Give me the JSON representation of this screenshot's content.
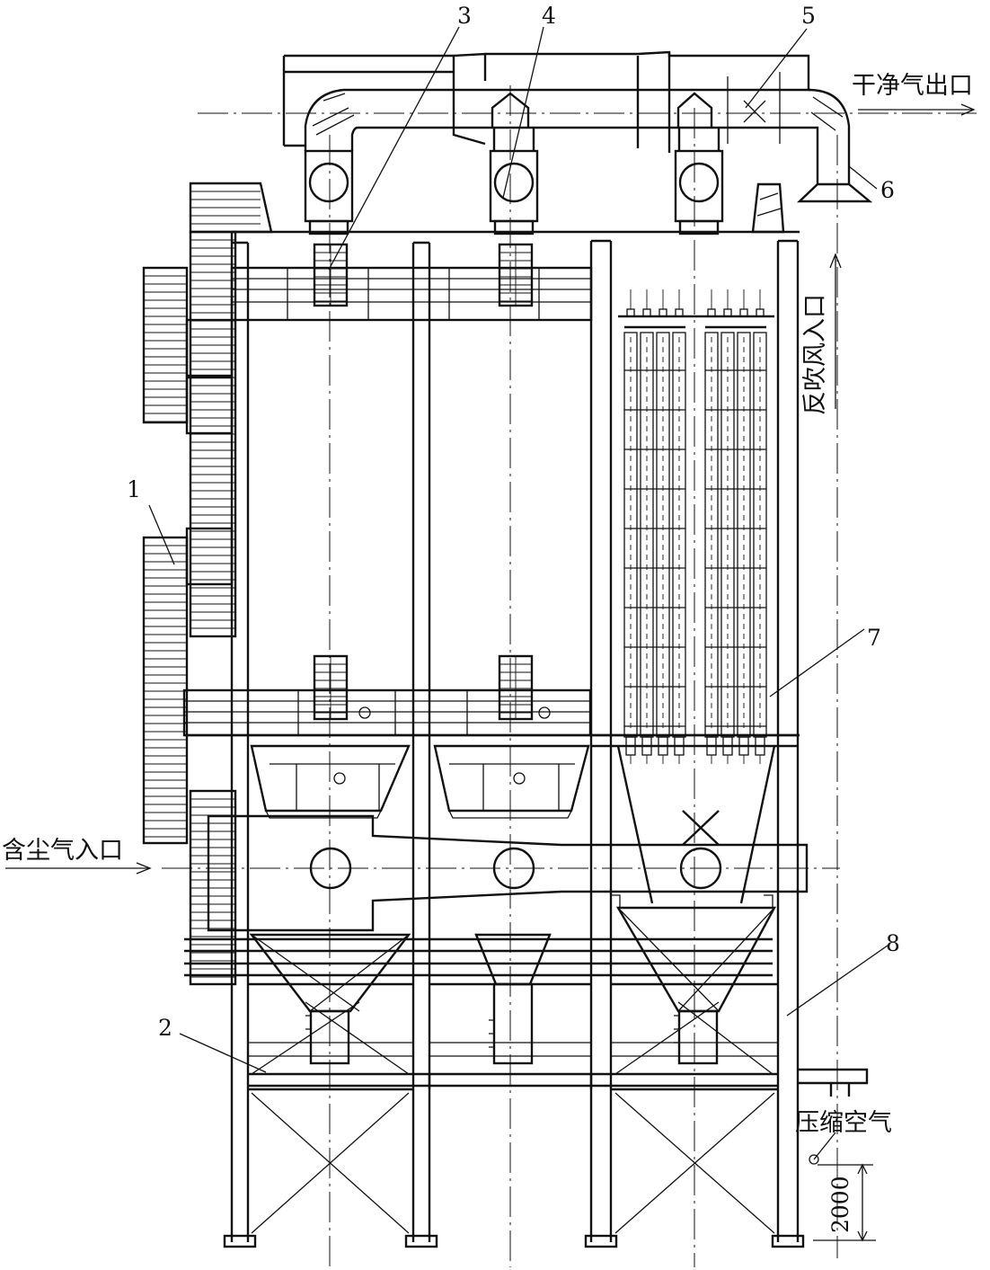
{
  "callouts": [
    {
      "id": "1",
      "text": "1"
    },
    {
      "id": "2",
      "text": "2"
    },
    {
      "id": "3",
      "text": "3"
    },
    {
      "id": "4",
      "text": "4"
    },
    {
      "id": "5",
      "text": "5"
    },
    {
      "id": "6",
      "text": "6"
    },
    {
      "id": "7",
      "text": "7"
    },
    {
      "id": "8",
      "text": "8"
    }
  ],
  "labels": {
    "clean_gas_outlet": "干净气出口",
    "dusty_gas_inlet": "含尘气入口",
    "reverse_air_inlet": "反吹风入口",
    "compressed_air": "压缩空气",
    "height_dimension": "2000"
  },
  "colors": {
    "line": "#111111",
    "background": "#ffffff"
  }
}
